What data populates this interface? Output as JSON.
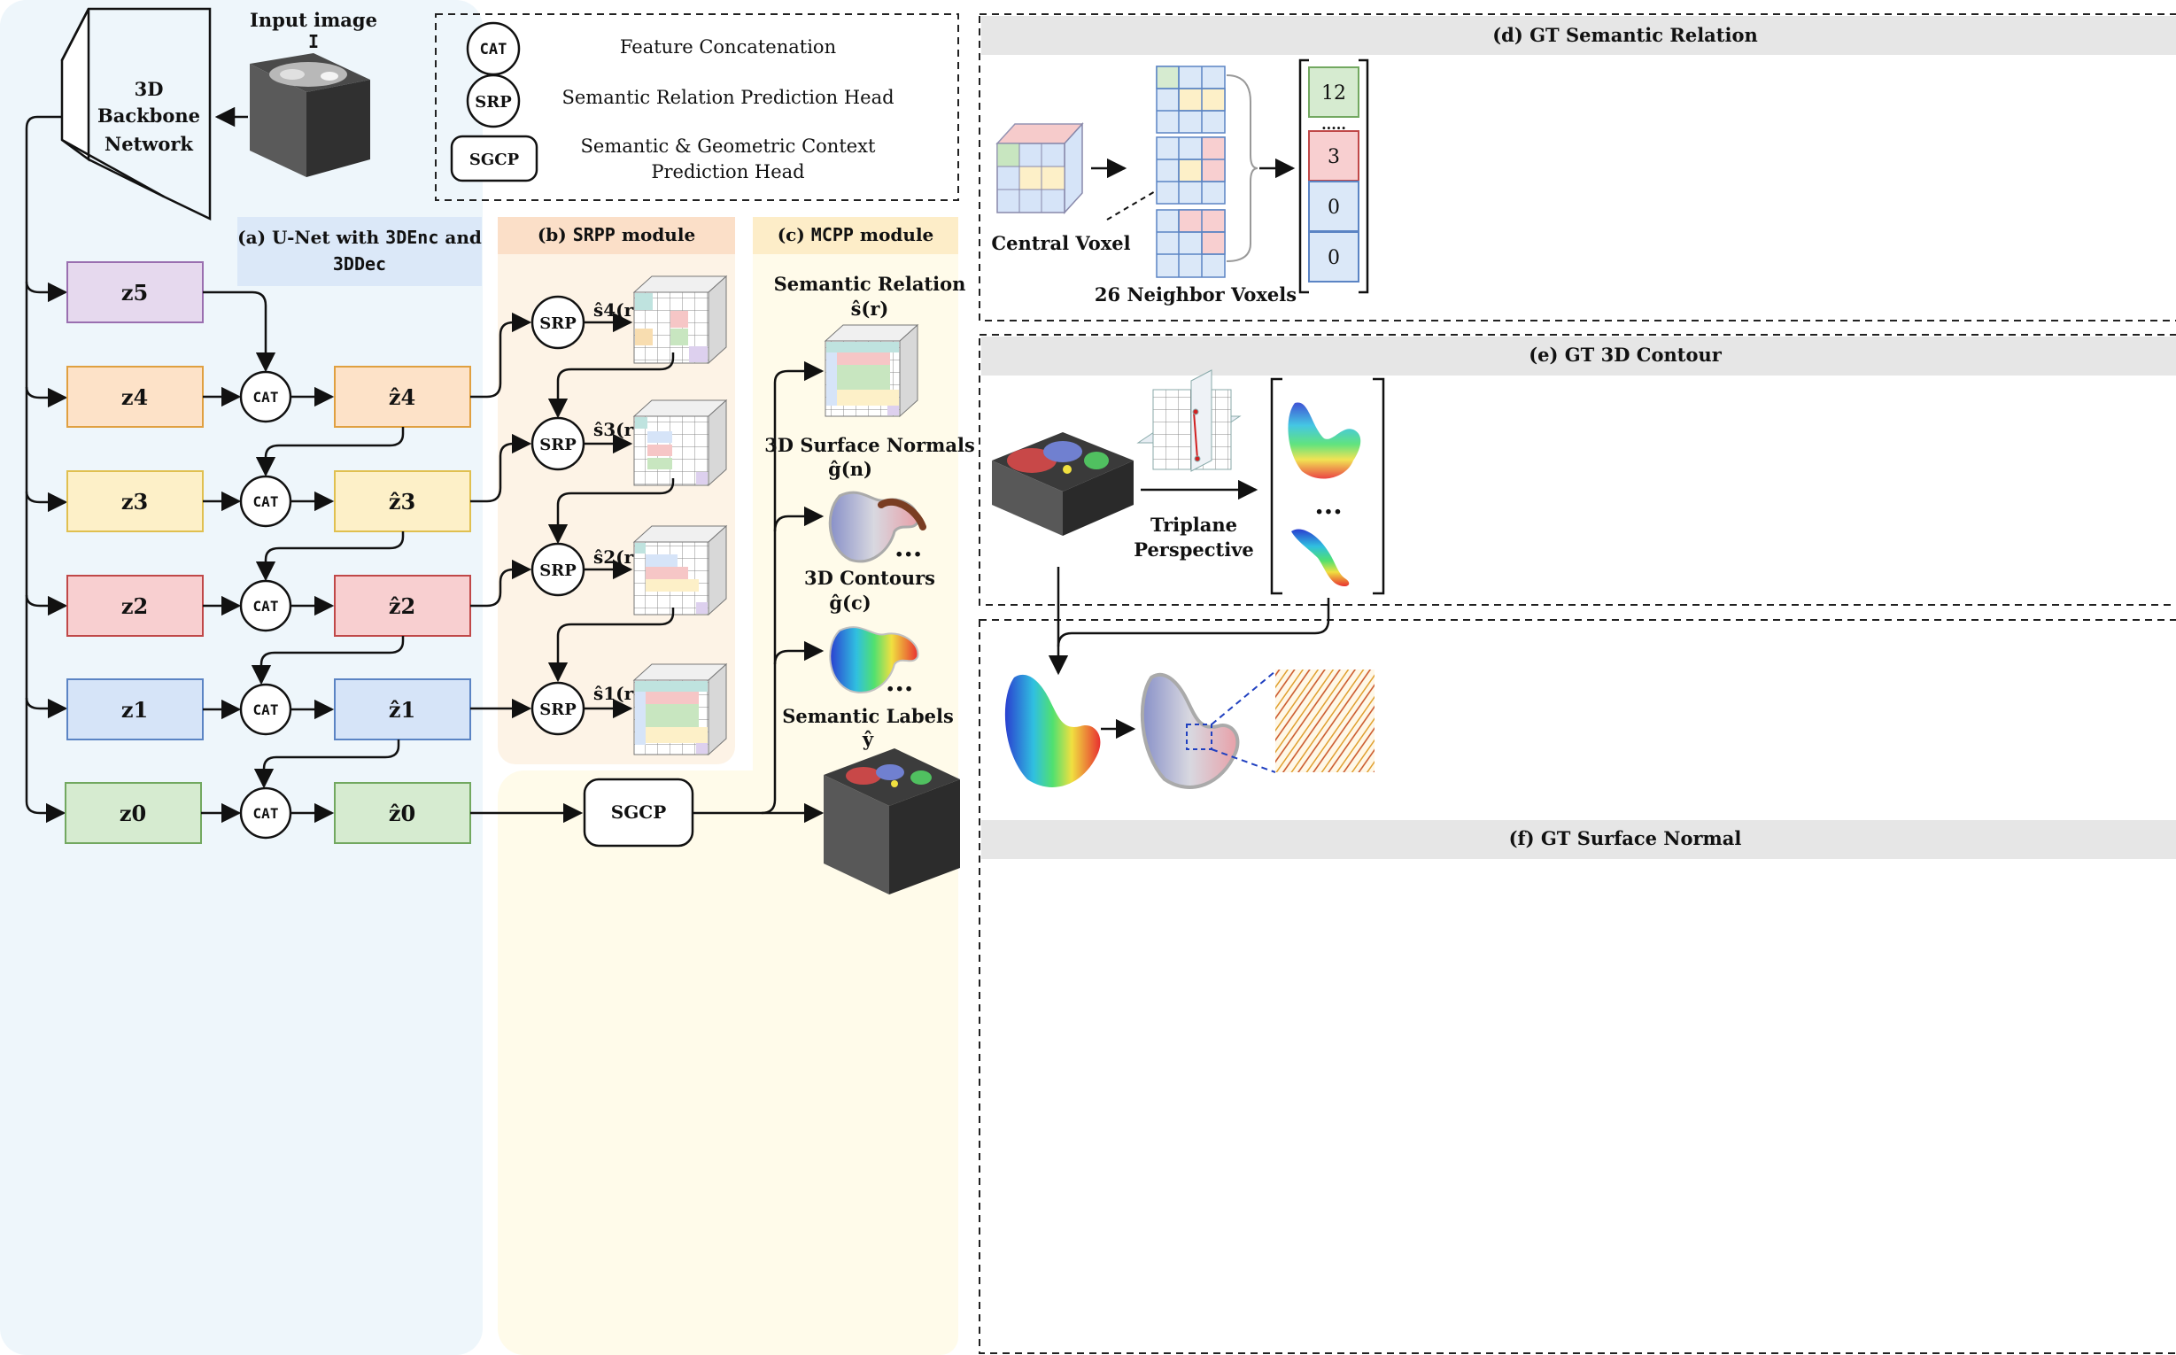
{
  "input": {
    "title": "Input image",
    "symbol": "I"
  },
  "backbone": {
    "line1": "3D",
    "line2": "Backbone",
    "line3": "Network"
  },
  "legend": {
    "cat": {
      "symbol": "CAT",
      "text": "Feature Concatenation"
    },
    "srp": {
      "symbol": "SRP",
      "text": "Semantic Relation Prediction Head"
    },
    "sgcp": {
      "symbol": "SGCP",
      "line1": "Semantic & Geometric Context",
      "line2": "Prediction Head"
    }
  },
  "panels": {
    "a": {
      "pre": "(a) U-Net with ",
      "enc": "3DEnc",
      "mid": " and",
      "dec": "3DDec"
    },
    "b": {
      "pre": "(b) ",
      "code": "SRPP",
      "post": " module"
    },
    "c": {
      "pre": "(c) ",
      "code": "MCPP",
      "post": " module"
    },
    "d": "(d) GT Semantic Relation",
    "e": "(e) GT 3D Contour",
    "f": "(f) GT Surface Normal"
  },
  "unet": {
    "encoders": [
      "z5",
      "z4",
      "z3",
      "z2",
      "z1",
      "z0"
    ],
    "decoders": [
      "ẑ4",
      "ẑ3",
      "ẑ2",
      "ẑ1",
      "ẑ0"
    ],
    "cat_label": "CAT",
    "colors": {
      "z5": {
        "fill": "#e6d9ee",
        "stroke": "#9a6fb0"
      },
      "z4": {
        "fill": "#fde2c8",
        "stroke": "#e0a040"
      },
      "z3": {
        "fill": "#fdf0c8",
        "stroke": "#e0c050"
      },
      "z2": {
        "fill": "#f8cfd0",
        "stroke": "#c04848"
      },
      "z1": {
        "fill": "#d6e4f8",
        "stroke": "#5b84c4"
      },
      "z0": {
        "fill": "#d6ebd0",
        "stroke": "#72a860"
      }
    }
  },
  "srpp": {
    "head_label": "SRP",
    "outputs": [
      "ŝ4(r)",
      "ŝ3(r)",
      "ŝ2(r)",
      "ŝ1(r)"
    ]
  },
  "mcpp": {
    "head_label": "SGCP",
    "items": [
      {
        "title": "Semantic Relation",
        "symbol": "ŝ(r)"
      },
      {
        "title": "3D Surface Normals",
        "symbol": "ĝ(n)"
      },
      {
        "title": "3D Contours",
        "symbol": "ĝ(c)"
      },
      {
        "title": "Semantic Labels",
        "symbol": "ŷ"
      }
    ],
    "dots": "..."
  },
  "gt_relation": {
    "central": "Central Voxel",
    "neighbors": "26 Neighbor Voxels",
    "vector": [
      "12",
      ".....",
      "3",
      "0",
      "0"
    ]
  },
  "gt_contour": {
    "line1": "Triplane",
    "line2": "Perspective",
    "dots": "..."
  },
  "palette": {
    "accent_blue": "#dbe8f8",
    "panel_a_bg": "#eef6fb",
    "panel_b_bg": "#fdf3e6",
    "panel_c_bg": "#fffbea",
    "panel_b_header": "#fbdfc8",
    "panel_c_header": "#fdedc8",
    "gray_header": "#e6e6e6"
  }
}
